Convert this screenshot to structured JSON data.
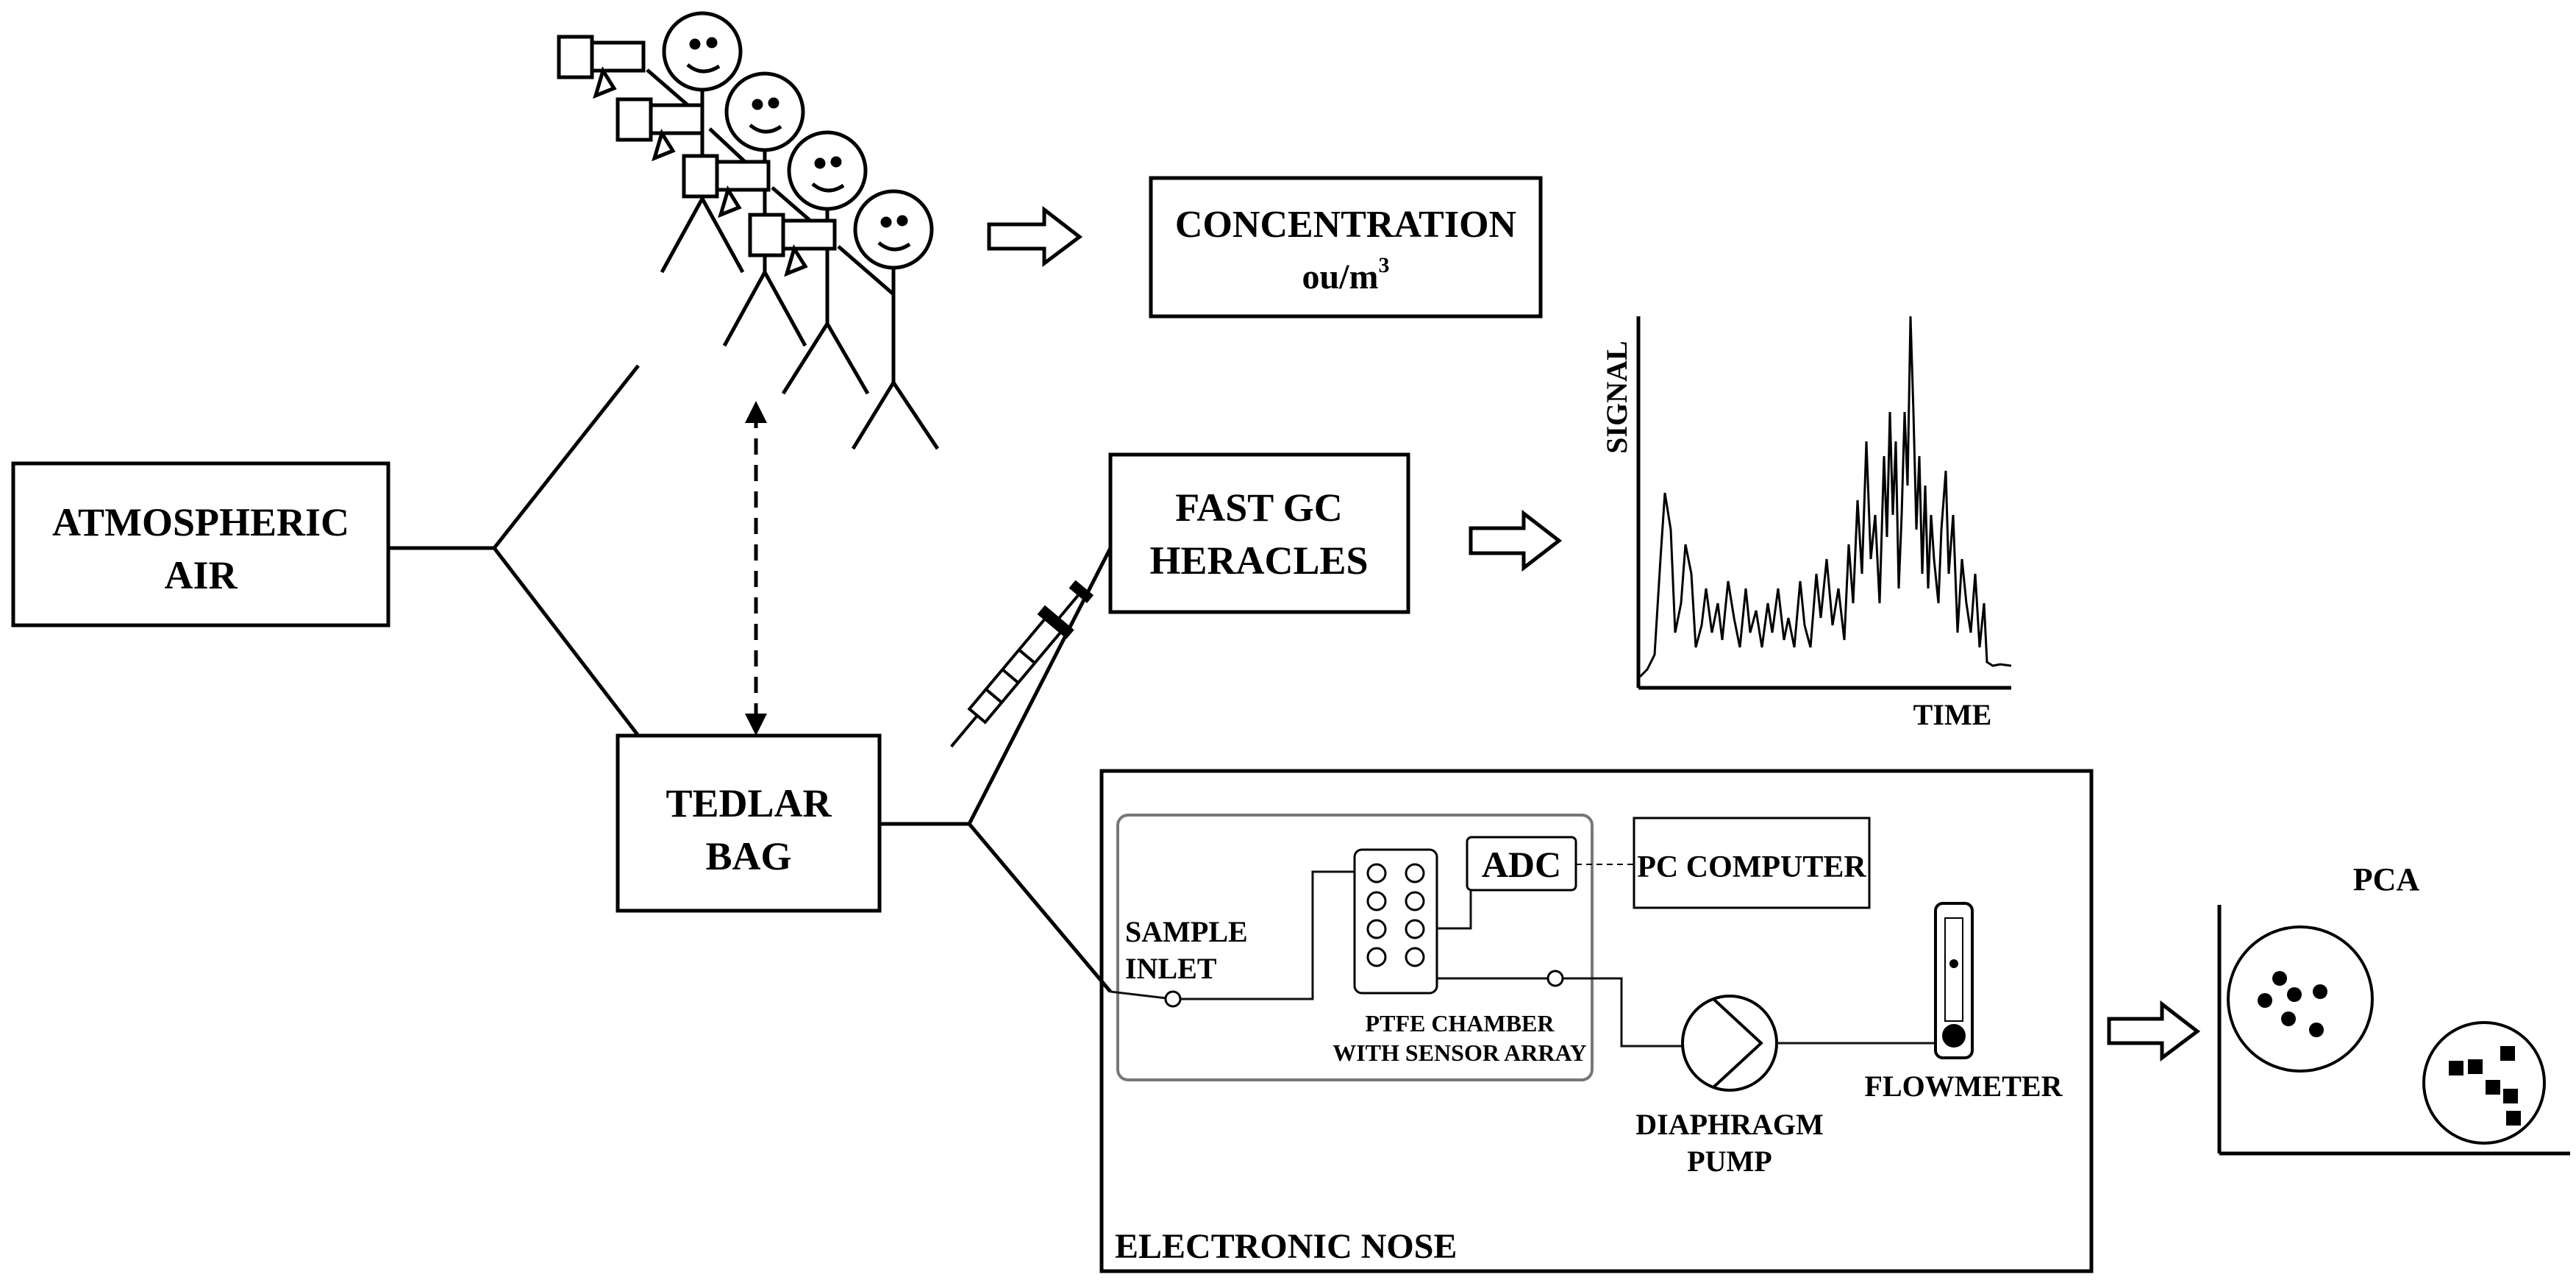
{
  "boxes": {
    "atmospheric_air": [
      "ATMOSPHERIC",
      "AIR"
    ],
    "tedlar_bag": [
      "TEDLAR",
      "BAG"
    ],
    "fast_gc": [
      "FAST GC",
      "HERACLES"
    ],
    "concentration": "CONCENTRATION",
    "concentration_unit": "ou/m",
    "concentration_unit_sup": "3",
    "pc_computer": "PC COMPUTER",
    "adc": "ADC"
  },
  "chromatogram": {
    "ylabel": "SIGNAL",
    "xlabel": "TIME"
  },
  "electronic_nose": {
    "title": "ELECTRONIC NOSE",
    "sample_inlet": [
      "SAMPLE",
      "INLET"
    ],
    "ptfe_chamber": [
      "PTFE CHAMBER",
      "WITH SENSOR ARRAY"
    ],
    "diaphragm_pump": [
      "DIAPHRAGM",
      "PUMP"
    ],
    "flowmeter": "FLOWMETER"
  },
  "pca": {
    "title": "PCA"
  }
}
